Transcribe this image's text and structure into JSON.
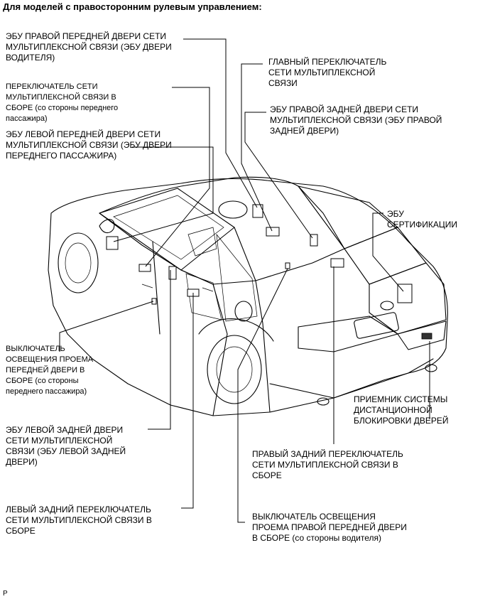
{
  "heading": "Для моделей с правосторонним рулевым управлением:",
  "labels": {
    "rf_door_ecu": "ЭБУ ПРАВОЙ ПЕРЕДНЕЙ ДВЕРИ СЕТИ\nМУЛЬТИПЛЕКСНОЙ СВЯЗИ (ЭБУ ДВЕРИ\nВОДИТЕЛЯ)",
    "passenger_switch": "ПЕРЕКЛЮЧАТЕЛЬ СЕТИ\nМУЛЬТИПЛЕКСНОЙ СВЯЗИ В\nСБОРЕ (со стороны переднего\nпассажира)",
    "lf_door_ecu": "ЭБУ ЛЕВОЙ ПЕРЕДНЕЙ ДВЕРИ СЕТИ\nМУЛЬТИПЛЕКСНОЙ СВЯЗИ (ЭБУ ДВЕРИ\nПЕРЕДНЕГО ПАССАЖИРА)",
    "master_switch": "ГЛАВНЫЙ ПЕРЕКЛЮЧАТЕЛЬ\nСЕТИ МУЛЬТИПЛЕКСНОЙ\nСВЯЗИ",
    "rr_door_ecu": "ЭБУ ПРАВОЙ ЗАДНЕЙ ДВЕРИ СЕТИ\nМУЛЬТИПЛЕКСНОЙ СВЯЗИ (ЭБУ ПРАВОЙ\nЗАДНЕЙ ДВЕРИ)",
    "cert_ecu": "ЭБУ\nСЕРТИФИКАЦИИ",
    "lf_courtesy_switch": "ВЫКЛЮЧАТЕЛЬ\nОСВЕЩЕНИЯ ПРОЕМА\nПЕРЕДНЕЙ ДВЕРИ В\nСБОРЕ (со стороны\nпереднего пассажира)",
    "receiver": "ПРИЕМНИК СИСТЕМЫ\nДИСТАНЦИОННОЙ\nБЛОКИРОВКИ ДВЕРЕЙ",
    "lr_door_ecu": "ЭБУ ЛЕВОЙ ЗАДНЕЙ ДВЕРИ\nСЕТИ МУЛЬТИПЛЕКСНОЙ\nСВЯЗИ (ЭБУ ЛЕВОЙ ЗАДНЕЙ\nДВЕРИ)",
    "rr_switch": "ПРАВЫЙ ЗАДНИЙ ПЕРЕКЛЮЧАТЕЛЬ\nСЕТИ МУЛЬТИПЛЕКСНОЙ СВЯЗИ В\nСБОРЕ",
    "lr_switch": "ЛЕВЫЙ ЗАДНИЙ ПЕРЕКЛЮЧАТЕЛЬ\nСЕТИ МУЛЬТИПЛЕКСНОЙ СВЯЗИ В\nСБОРЕ",
    "rf_courtesy_switch": "ВЫКЛЮЧАТЕЛЬ ОСВЕЩЕНИЯ\nПРОЕМА ПРАВОЙ ПЕРЕДНЕЙ ДВЕРИ\nВ СБОРЕ (со стороны водителя)"
  },
  "corner_mark": "P"
}
